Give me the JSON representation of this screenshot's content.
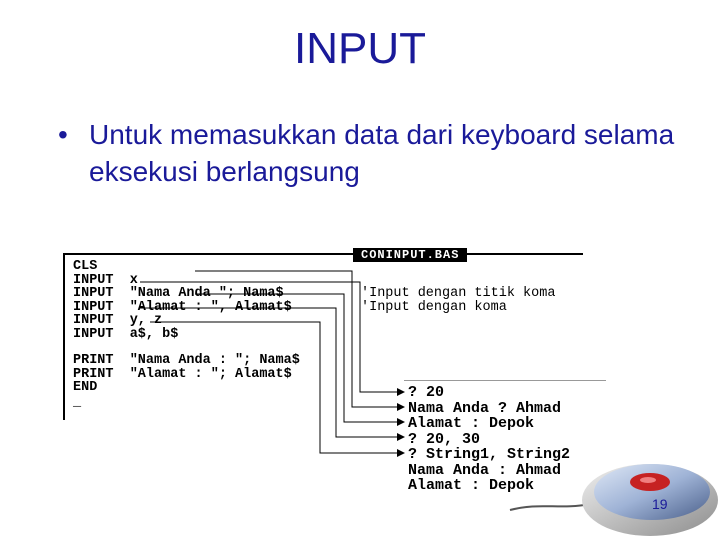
{
  "slide": {
    "title": "INPUT",
    "bullet": "•",
    "bullet_text": "Untuk memasukkan data dari keyboard selama eksekusi berlangsung",
    "page_number": "19"
  },
  "code_window": {
    "title": "CONINPUT.BAS",
    "lines": [
      "CLS",
      "INPUT  x",
      "INPUT  \"Nama Anda \"; Nama$",
      "INPUT  \"Alamat : \", Alamat$",
      "INPUT  y, z",
      "INPUT  a$, b$",
      "PRINT  \"Nama Anda : \"; Nama$",
      "PRINT  \"Alamat : \"; Alamat$",
      "END",
      "_"
    ],
    "comments": [
      "'Input dengan titik koma",
      "'Input dengan koma"
    ]
  },
  "output_window": {
    "lines": [
      "? 20",
      "Nama Anda ? Ahmad",
      "Alamat : Depok",
      "? 20, 30",
      "? String1, String2",
      "Nama Anda : Ahmad",
      "Alamat : Depok"
    ]
  },
  "colors": {
    "text_blue": "#1a1a99",
    "mouse_body": "#9fb3d6"
  },
  "icons": [
    "mouse-icon"
  ]
}
